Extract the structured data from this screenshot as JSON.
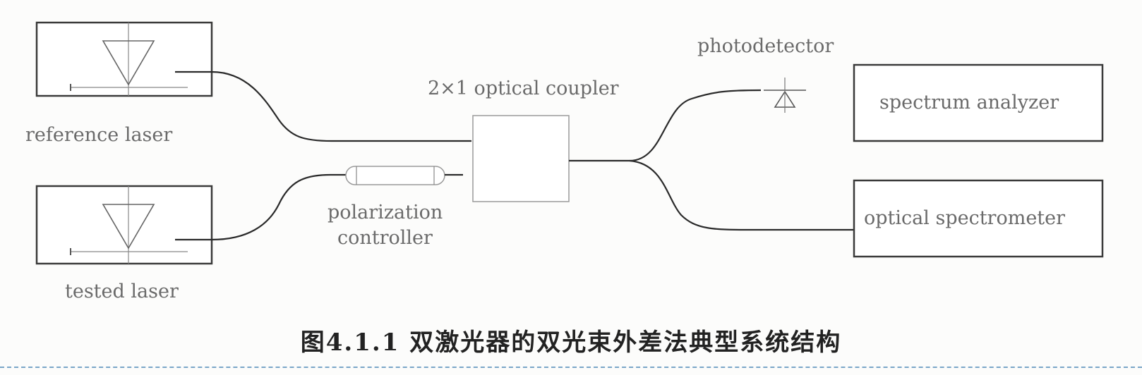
{
  "labels": {
    "reference_laser": "reference laser",
    "tested_laser": "tested laser",
    "polarization_line1": "polarization",
    "polarization_line2": "controller",
    "coupler": "2×1 optical coupler",
    "photodetector": "photodetector",
    "spectrum_analyzer": "spectrum analyzer",
    "optical_spectrometer": "optical spectrometer"
  },
  "caption": "图4.1.1  双激光器的双光束外差法典型系统结构",
  "colors": {
    "stroke": "#2a2a2a",
    "label_text": "#6a6a6a",
    "caption_text": "#222222",
    "separator": "#7aa6c8"
  }
}
